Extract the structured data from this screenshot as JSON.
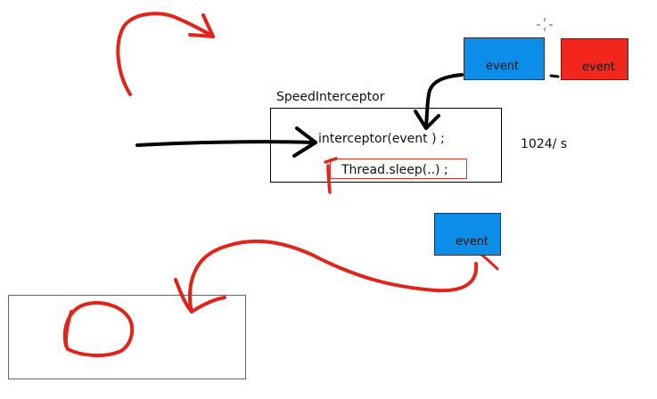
{
  "diagram": {
    "interceptor_title": "SpeedInterceptor",
    "interceptor_call": "interceptor(event ) ;",
    "sleep_call": "Thread.sleep(..) ;",
    "rate_label": "1024/ s",
    "events": [
      {
        "label": "event",
        "color": "#0c8ee8"
      },
      {
        "label": "event",
        "color": "#f1271e"
      },
      {
        "label": "event",
        "color": "#0c8ee8"
      }
    ]
  },
  "colors": {
    "ink_red": "#e2231a",
    "ink_black": "#000000",
    "box_border": "#000000",
    "sleep_border": "#d9342b",
    "queue_border": "#d9342b"
  }
}
